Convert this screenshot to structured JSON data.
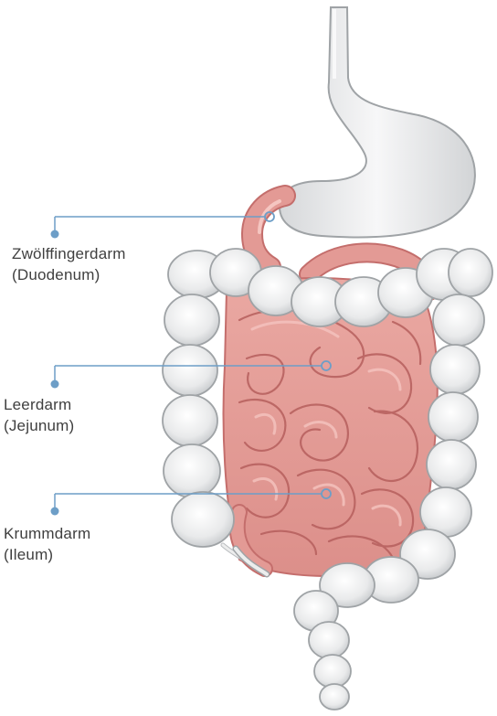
{
  "colors": {
    "leader_line": "#6d9ec7",
    "leader_dot": "#6d9ec7",
    "intestine": "#e39a95",
    "intestine_dark": "#c46e6c",
    "colon": "#e7e8e9",
    "colon_shadow": "#b9bcbf",
    "outline": "#9fa3a6",
    "label_text": "#3f3f3f"
  },
  "labels": [
    {
      "id": "duodenum",
      "line1": "Zwölffingerdarm",
      "line2": "(Duodenum)"
    },
    {
      "id": "jejunum",
      "line1": "Leerdarm",
      "line2": "(Jejunum)"
    },
    {
      "id": "ileum",
      "line1": "Krummdarm",
      "line2": "(Ileum)"
    }
  ]
}
